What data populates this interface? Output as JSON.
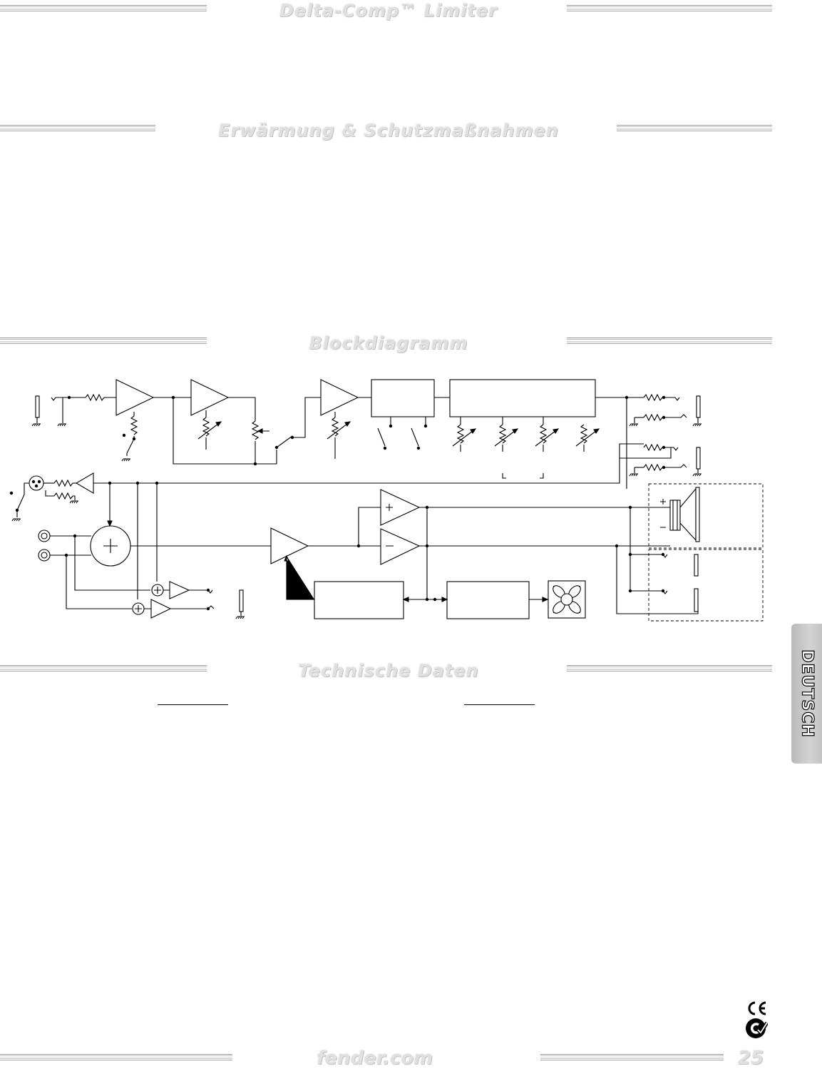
{
  "headings": {
    "limiter": "Delta-Comp™ Limiter",
    "heat": "Erwärmung & Schutzmaßnahmen",
    "block": "Blockdiagramm",
    "specs": "Technische Daten"
  },
  "side_tab": "DEUTSCH",
  "footer": {
    "site": "fender.com",
    "page": "25"
  }
}
